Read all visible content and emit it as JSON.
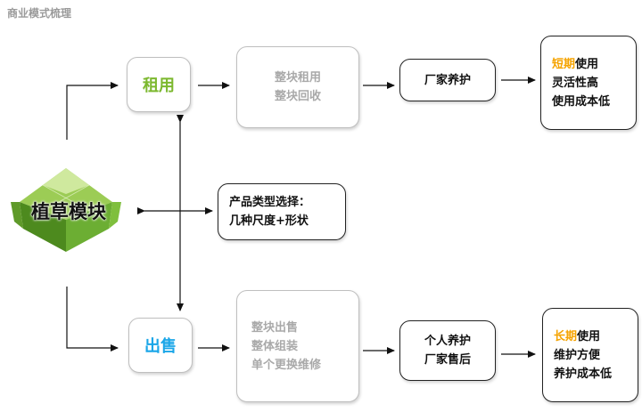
{
  "header": "商业模式梳理",
  "module": {
    "label": "植草模块"
  },
  "rent": {
    "label": "租用",
    "label_color": "#7cb82f",
    "process": [
      "整块租用",
      "整块回收"
    ],
    "maintenance": [
      "厂家养护"
    ],
    "benefits": {
      "accent": "短期",
      "line1_rest": "使用",
      "line2": "灵活性高",
      "line3": "使用成本低"
    }
  },
  "product": {
    "lines": [
      "产品类型选择：",
      "几种尺度+形状"
    ]
  },
  "sale": {
    "label": "出售",
    "label_color": "#1aa6e8",
    "process": [
      "整块出售",
      "整体组装",
      "单个更换维修"
    ],
    "maintenance": [
      "个人养护",
      "厂家售后"
    ],
    "benefits": {
      "accent": "长期",
      "line1_rest": "使用",
      "line2": "维护方便",
      "line3": "养护成本低"
    }
  },
  "colors": {
    "accent": "#f5a300",
    "rent_label": "#7cb82f",
    "sale_label": "#1aa6e8",
    "muted_text": "#a9a9a9"
  }
}
